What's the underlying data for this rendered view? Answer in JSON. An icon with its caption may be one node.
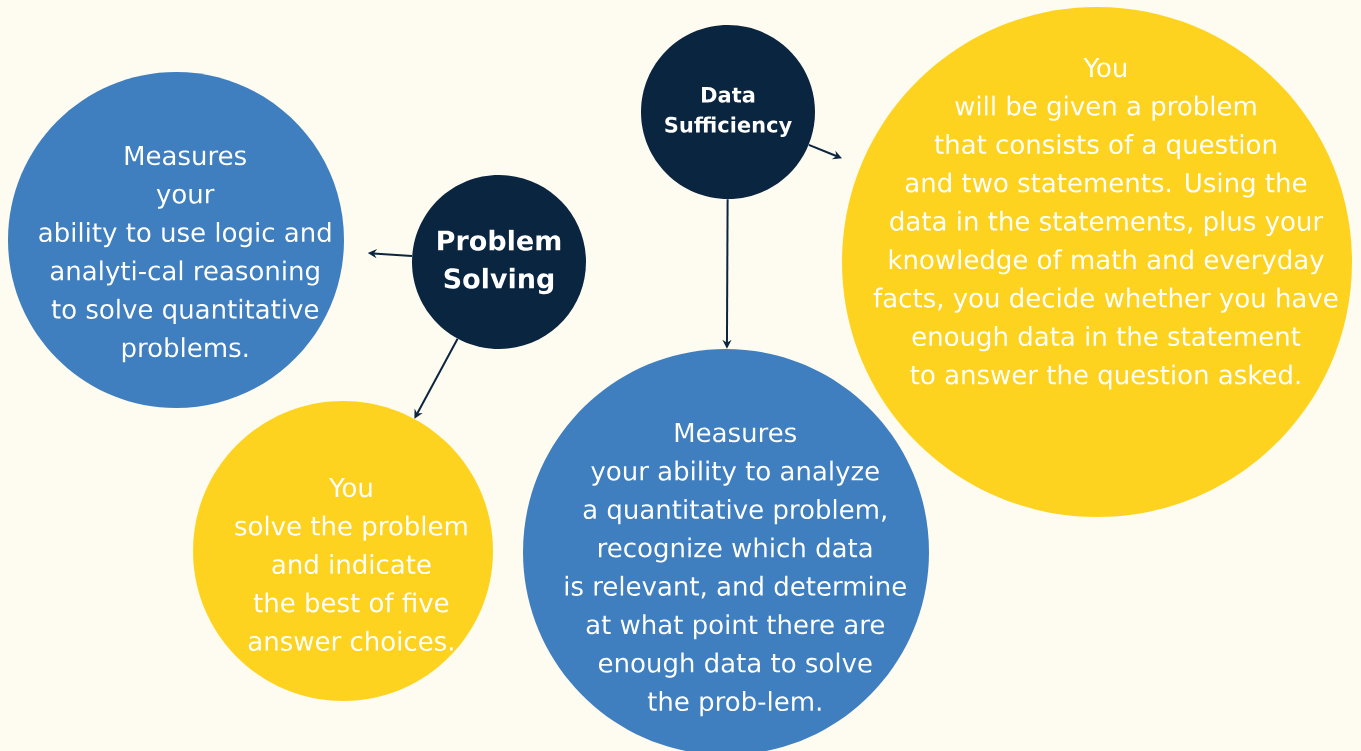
{
  "diagram": {
    "nodes": [
      {
        "text": [
          "Data Sufficiency"
        ]
      },
      {
        "text": [
          "You will be given a problem that consists of a question and two statements. Using the data in the statements, plus your knowledge of math and everyday facts, you decide whether you have enough data in the statement to answer the question asked."
        ]
      },
      {
        "text": [
          "Problem Solving"
        ]
      },
      {
        "text": [
          "Measures your ability to use logic and analyti-cal reasoning to solve quantitative problems."
        ]
      },
      {
        "text": [
          "You solve the problem and indicate the best of five answer choices."
        ]
      },
      {
        "text": [
          "Measures your ability to analyze a quantitative problem, recognize which data is relevant, and determine at what point there are enough data to solve the prob-lem."
        ]
      }
    ],
    "edges": [
      {
        "from": 0,
        "to": 1,
        "arrow": "to"
      },
      {
        "from": 0,
        "to": 5,
        "arrow": "to"
      },
      {
        "from": 2,
        "to": 3,
        "arrow": "to"
      },
      {
        "from": 2,
        "to": 4,
        "arrow": "to"
      }
    ]
  }
}
